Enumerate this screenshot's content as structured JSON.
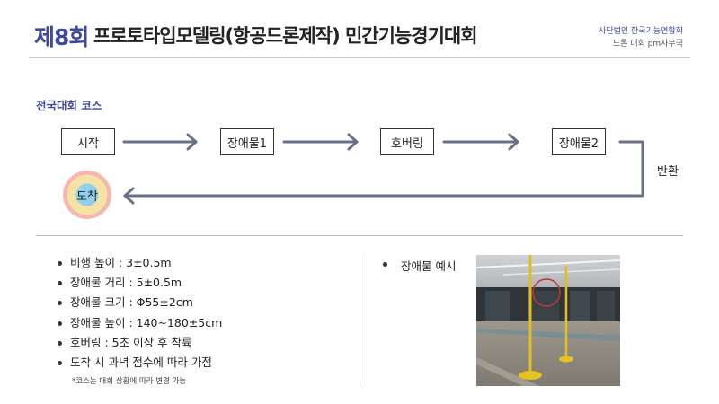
{
  "header": {
    "title_number": "제8회",
    "title_main": "프로토타입모델링(항공드론제작) 민간기능경기대회",
    "org_line1": "사단법인 한국기능연합회",
    "org_line2": "드론 대회 pm사무국"
  },
  "section_title": "전국대회 코스",
  "course": {
    "start": "시작",
    "obstacle1": "장애물1",
    "hovering": "호버링",
    "obstacle2": "장애물2",
    "return_label": "반환",
    "arrival": "도착"
  },
  "specs": [
    "비행 높이 : 3±0.5m",
    "장애물 거리 : 5±0.5m",
    "장애물 크기 : Φ55±2cm",
    "장애물 높이 : 140~180±5cm",
    "호버링 : 5초 이상 후 착륙",
    "도착 시 과녁 점수에 따라 가점"
  ],
  "note": "*코스는 대회 상황에 따라 변경 가능",
  "example_label": "장애물 예시",
  "colors": {
    "accent": "#3d4a9c",
    "arrow": "#6b7089",
    "goal_outer": "#f6b7b0",
    "goal_middle": "#f5e3a3",
    "goal_inner": "#8fd0ee"
  }
}
